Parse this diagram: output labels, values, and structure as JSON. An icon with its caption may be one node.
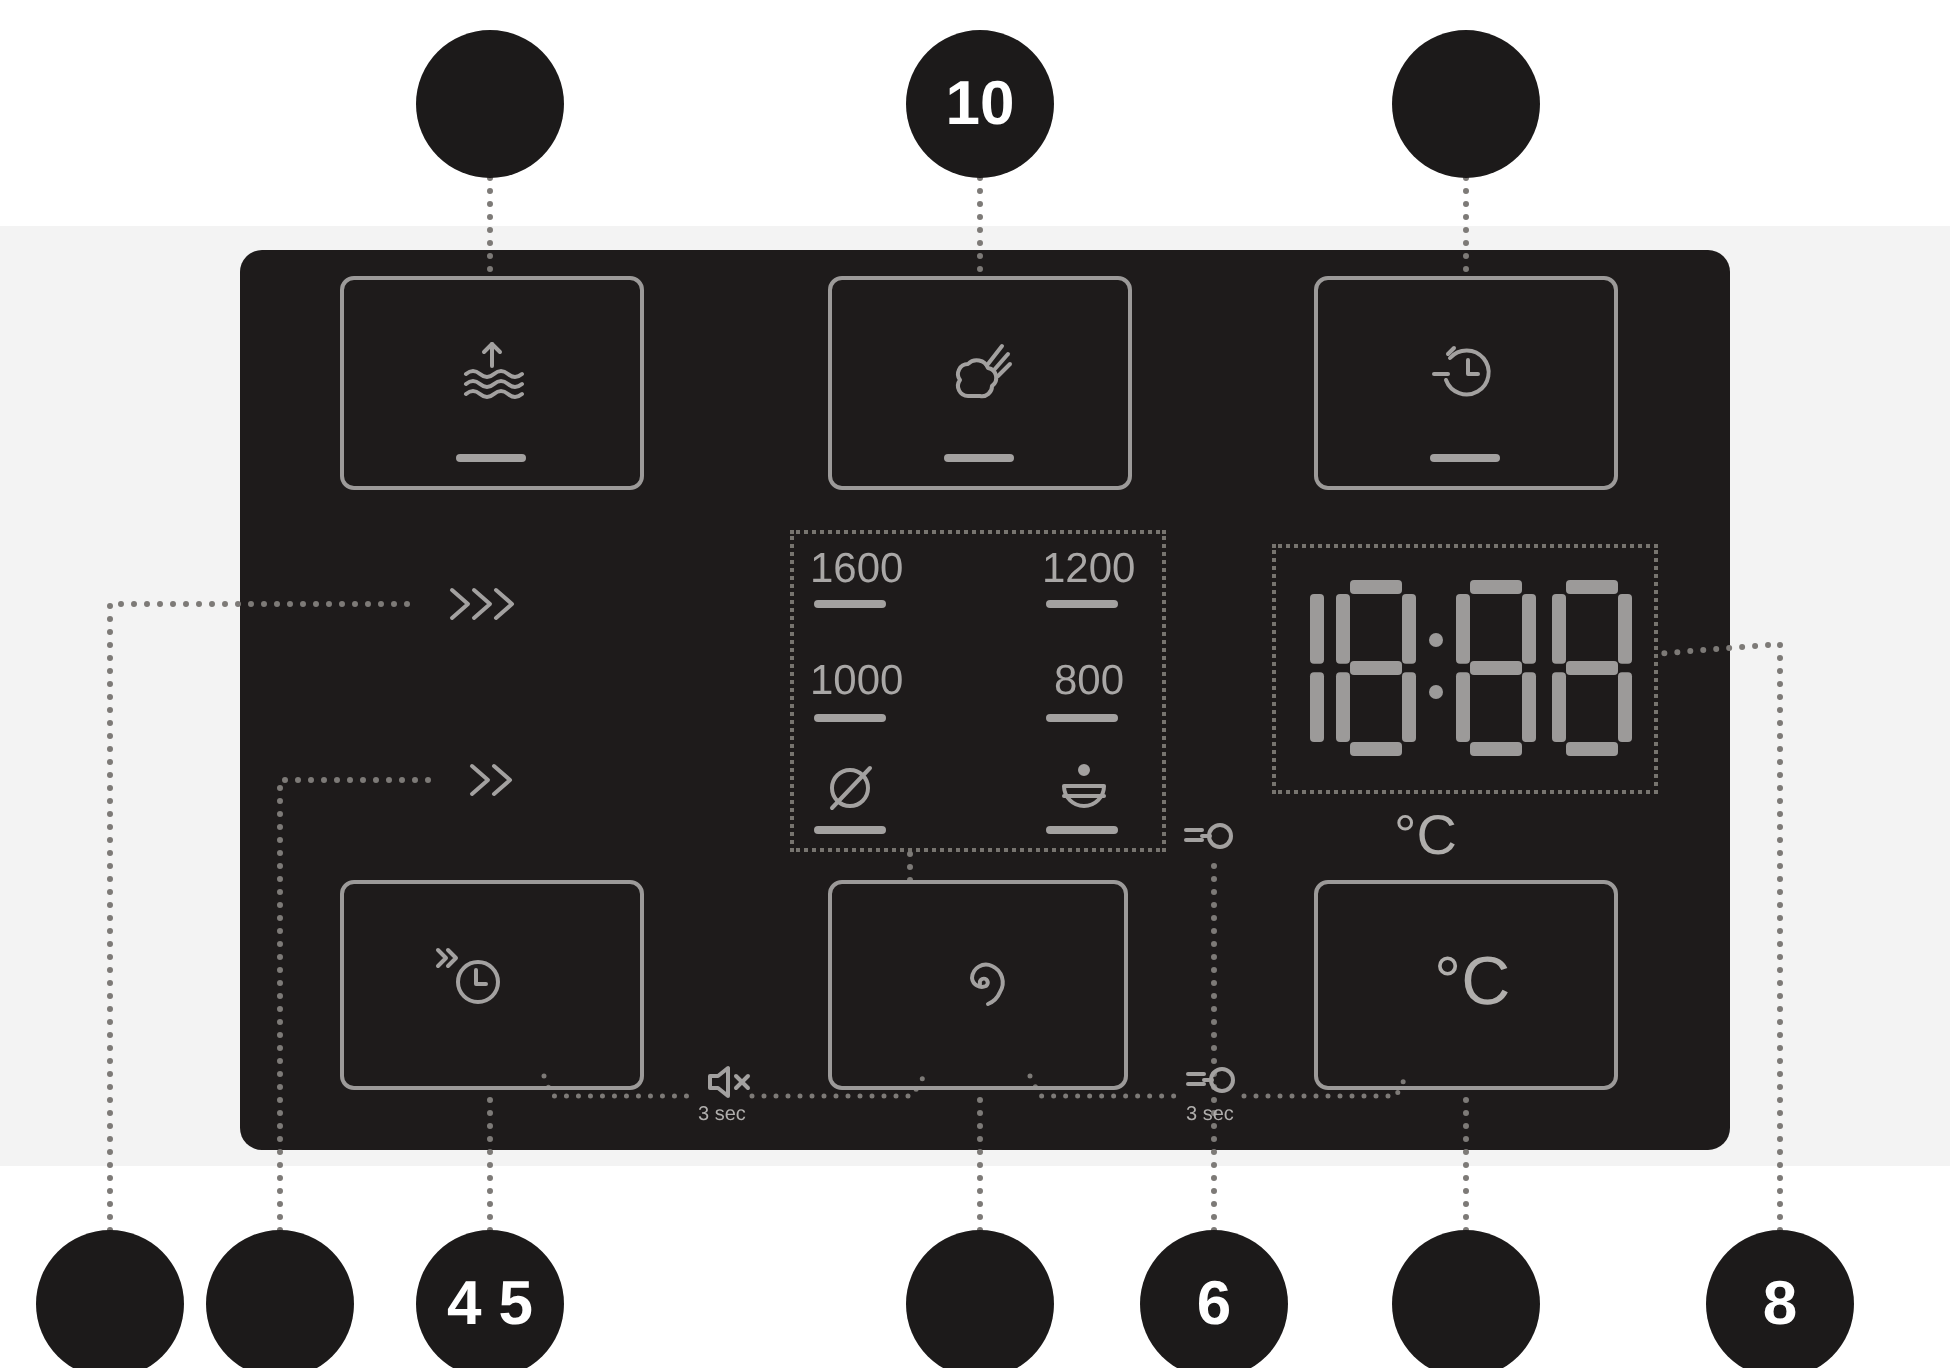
{
  "diagram": {
    "nodes": [
      {
        "text": [],
        "shape": "circle"
      },
      {
        "text": [
          "10"
        ]
      },
      {
        "text": [],
        "shape": "circle"
      },
      {
        "text": [],
        "shape": "box"
      },
      {
        "text": [],
        "shape": "box"
      },
      {
        "text": [],
        "shape": "box"
      },
      {
        "text": [],
        "shape": "chevron"
      },
      {
        "text": [],
        "shape": "chevron"
      },
      {
        "text": [],
        "shape": "box"
      },
      {
        "text": [
          "1600",
          "1200",
          "1000",
          "800"
        ]
      },
      {
        "text": [],
        "shape": "key"
      },
      {
        "text": [],
        "shape": "box"
      },
      {
        "text": [],
        "shape": "box"
      },
      {
        "text": [
          "°C"
        ]
      },
      {
        "text": [],
        "shape": "circle"
      },
      {
        "text": [],
        "shape": "circle"
      },
      {
        "text": [
          "4 5"
        ]
      },
      {
        "text": [],
        "shape": "circle"
      },
      {
        "text": [
          "6"
        ]
      },
      {
        "text": [],
        "shape": "circle"
      },
      {
        "text": [
          "8"
        ]
      }
    ],
    "edges": [
      {
        "from": 0,
        "to": 3,
        "arrow": "none"
      },
      {
        "from": 1,
        "to": 4,
        "arrow": "none"
      },
      {
        "from": 2,
        "to": 5,
        "arrow": "none"
      },
      {
        "from": 14,
        "to": 6,
        "arrow": "none"
      },
      {
        "from": 15,
        "to": 7,
        "arrow": "none"
      },
      {
        "from": 16,
        "to": 11,
        "arrow": "none"
      },
      {
        "from": 17,
        "to": 12,
        "arrow": "none"
      },
      {
        "from": 18,
        "to": 10,
        "arrow": "none"
      },
      {
        "from": 19,
        "to": 13,
        "arrow": "none"
      },
      {
        "from": 20,
        "to": 8,
        "arrow": "none"
      },
      {
        "from": 12,
        "to": 9,
        "arrow": "none"
      }
    ],
    "labels": [
      "°C",
      "3 sec",
      "3 sec"
    ]
  }
}
